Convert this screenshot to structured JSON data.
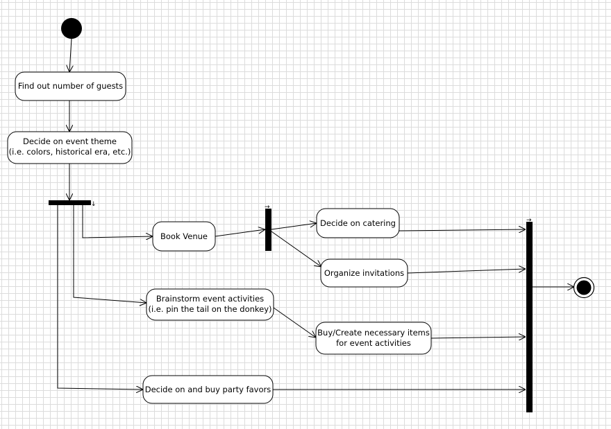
{
  "activities": {
    "find_guests": "Find out number of guests",
    "event_theme_line1": "Decide on event theme",
    "event_theme_line2": "(i.e. colors, historical era, etc.)",
    "book_venue": "Book Venue",
    "decide_catering": "Decide on catering",
    "organize_invitations": "Organize invitations",
    "brainstorm_line1": "Brainstorm event activities",
    "brainstorm_line2": "(i.e. pin the tail on the donkey)",
    "buy_items_line1": "Buy/Create necessary items",
    "buy_items_line2": "for event activities",
    "party_favors": "Decide on and buy party favors"
  },
  "colors": {
    "stroke": "#000000",
    "fill": "#ffffff",
    "grid": "#dcdcdc"
  }
}
